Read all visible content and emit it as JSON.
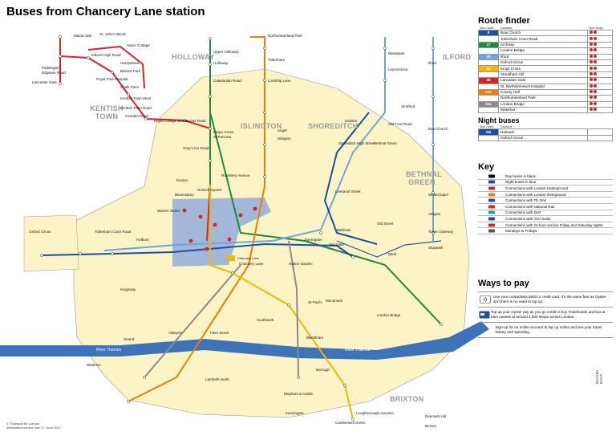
{
  "title": "Buses from Chancery Lane station",
  "areas": [
    "HOLLOWAY",
    "KENTISH TOWN",
    "ISLINGTON",
    "SHOREDITCH",
    "BETHNAL GREEN",
    "ILFORD",
    "BRIXTON"
  ],
  "river": [
    "River Thames",
    "River Thames"
  ],
  "labels": [
    "Maida Vale",
    "St. John's Wood",
    "Swiss Cottage",
    "Kilburn High Road",
    "Hampstead",
    "Belsize Park",
    "Chalk Farm",
    "Paddington",
    "Edgware Road",
    "Lancaster Gate",
    "Royal Free Hospital",
    "Kentish Town West",
    "Kentish Town Road",
    "Camden Road",
    "Royal College Street",
    "Pancras Road",
    "Northumberland Park",
    "Tottenham",
    "Lordship Lane",
    "Upper Holloway",
    "Holloway",
    "Caledonian Road",
    "King's Cross",
    "St Pancras",
    "Gray's Inn Road",
    "Rosebery Avenue",
    "Angel",
    "Islington",
    "Dalston",
    "Shoreditch High Street",
    "Bethnal Green",
    "Old Ford Road",
    "Bow Church",
    "Stratford",
    "Leytonstone",
    "Wanstead",
    "Ilford",
    "Oxford Circus",
    "Tottenham Court Road",
    "Holborn",
    "Chancery Lane",
    "Bank",
    "Liverpool Street",
    "Aldgate",
    "Whitechapel",
    "Shadwell",
    "Tower Gateway",
    "Monument",
    "Blackfriars",
    "Waterloo",
    "Elephant & Castle",
    "Kennington",
    "Camberwell Green",
    "Loughborough Junction",
    "Denmark Hill",
    "Brixton",
    "Strand",
    "Fleet Street",
    "Aldwych",
    "Kingsway",
    "St Paul's",
    "Moorgate",
    "Old Street",
    "Farringdon",
    "Barbican",
    "Lambeth North",
    "Southwark",
    "London Bridge",
    "Borough",
    "Hatton Garden",
    "Bloomsbury",
    "Russell Square",
    "Euston",
    "Warren Street"
  ],
  "route_finder": {
    "heading": "Route finder",
    "col_route": "Bus route",
    "col_towards": "Towards",
    "col_stops": "Bus stops",
    "rows": [
      {
        "route": "8",
        "towards": "Bow Church",
        "color": "#1d4fa3",
        "stops": "A"
      },
      {
        "route": "",
        "towards": "Tottenham Court Road",
        "color": "#1d4fa3",
        "stops": "B"
      },
      {
        "route": "17",
        "towards": "Archway",
        "color": "#1a8a3c",
        "stops": "C"
      },
      {
        "route": "",
        "towards": "London Bridge",
        "color": "#1a8a3c",
        "stops": "D"
      },
      {
        "route": "25",
        "towards": "Ilford",
        "color": "#6ca7db",
        "stops": "E"
      },
      {
        "route": "",
        "towards": "Oxford Circus",
        "color": "#6ca7db",
        "stops": "F"
      },
      {
        "route": "45",
        "towards": "Kings Cross",
        "color": "#f2b705",
        "stops": "G"
      },
      {
        "route": "",
        "towards": "Streatham Hill",
        "color": "#f2b705",
        "stops": "H"
      },
      {
        "route": "46",
        "towards": "Lancaster Gate",
        "color": "#d9232a",
        "stops": "J"
      },
      {
        "route": "",
        "towards": "St. Bartholomew's Hospital",
        "color": "#d9232a",
        "stops": "K"
      },
      {
        "route": "341",
        "towards": "County Hall",
        "color": "#ef7d00",
        "stops": "L"
      },
      {
        "route": "",
        "towards": "Northumberland Park",
        "color": "#ef7d00",
        "stops": "M"
      },
      {
        "route": "521",
        "towards": "London Bridge",
        "color": "#8a8a8a",
        "stops": "N"
      },
      {
        "route": "",
        "towards": "Waterloo",
        "color": "#8a8a8a",
        "stops": "P"
      }
    ]
  },
  "night_buses": {
    "heading": "Night buses",
    "col_route": "Bus route",
    "col_towards": "Towards",
    "rows": [
      {
        "route": "N8",
        "towards": "Hainault",
        "color": "#1d4fa3"
      },
      {
        "route": "",
        "towards": "Oxford Circus",
        "color": "#1d4fa3"
      }
    ]
  },
  "key": {
    "heading": "Key",
    "items": [
      "Day buses in black",
      "Night buses in blue",
      "Connections with London Underground",
      "Connections with London Overground",
      "Connections with TfL Rail",
      "Connections with National Rail",
      "Connections with DLR",
      "Connections with river boats",
      "Connections with 24-hour service Friday and Saturday nights",
      "Mondays to Fridays"
    ]
  },
  "ways_to_pay": {
    "heading": "Ways to pay",
    "items": [
      "Use your contactless debit or credit card. It's the same fare as Oyster and there is no need to top up.",
      "Top up your Oyster pay as you go credit or buy Travelcards and bus & tram passes at around 4,000 shops across London.",
      "Sign-up for an online account to top up online and see your travel history and spending."
    ]
  },
  "footer": [
    "© Transport for London",
    "Information correct from 17 June 2017"
  ],
  "side_code": "BUS150 ECHA",
  "station_badge": "Chancery Lane"
}
